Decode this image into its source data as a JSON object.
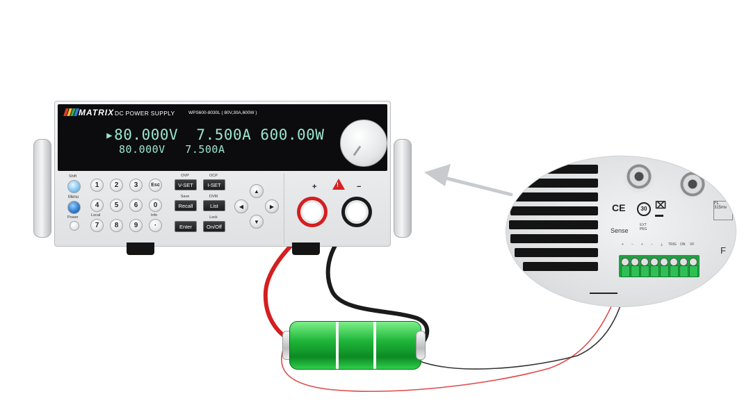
{
  "psu": {
    "brand": "MATRIX",
    "title": "DC POWER SUPPLY",
    "model": "WPS600-8030L ( 80V,30A,600W )",
    "readout_line1": "▸80.000V  7.500A 600.00W",
    "readout_line2": "80.000V   7.500A",
    "keys": {
      "shift": "Shift",
      "menu": "Menu",
      "power": "Power",
      "local": "Local",
      "esc": "Esc",
      "info": "Info",
      "digits": [
        "1",
        "2",
        "3",
        "4",
        "5",
        "6",
        "7",
        "8",
        "9",
        "0",
        "·"
      ]
    },
    "function_labels": {
      "ovp": "OVP",
      "ocp": "OCP",
      "save": "Save",
      "dvm": "DVM",
      "lock": "Lock"
    },
    "function_keys": {
      "vset": "V-SET",
      "iset": "I-SET",
      "recall": "Recall",
      "list": "List",
      "enter": "Enter",
      "onoff": "On/Off"
    },
    "terminal_plus": "+",
    "terminal_minus": "−",
    "warning_mark": "!"
  },
  "rear_panel": {
    "sense_label": "Sense",
    "ext_prg_label": "EXT PRG",
    "pin_labels": [
      "+",
      "−",
      "+",
      "−",
      "⏚",
      "TRIG",
      "ON",
      "VF"
    ],
    "ce_mark": "CE",
    "mark_30": "30",
    "label_box": "FL 315mv",
    "side_letter": "F"
  },
  "colors": {
    "positive_lead": "#d41e20",
    "negative_lead": "#1b1b1b",
    "sense_red": "#e04848",
    "battery_green": "#1fb63a",
    "display_text": "#9be6d2",
    "arrow_gray": "#c8cbce"
  },
  "icons": {
    "pointer": "callout-arrow-icon",
    "warning": "warning-triangle-icon",
    "weee": "crossed-bin-icon"
  }
}
